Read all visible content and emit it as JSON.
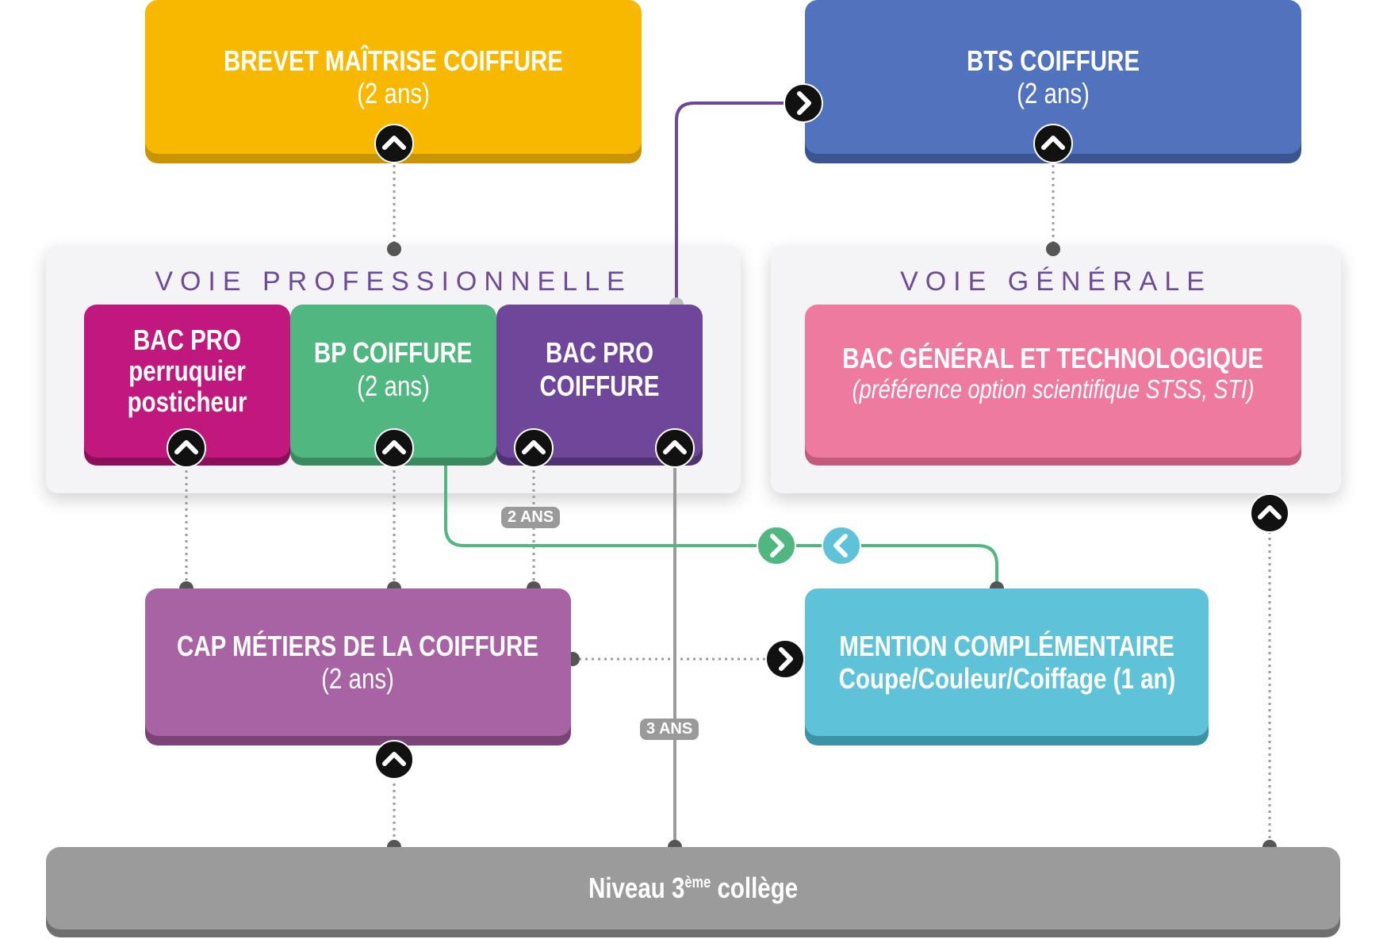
{
  "colors": {
    "brevet": "#f8b800",
    "bts": "#5173bd",
    "bac_pro_perruquier": "#c0187c",
    "bp_coiffure": "#51b780",
    "bac_pro_coiffure": "#6e479a",
    "bac_general": "#ee7a9f",
    "cap": "#a763a4",
    "mention": "#5ec3d9",
    "niveau": "#9b9b9b",
    "panel_title": "#6d4a9a"
  },
  "icons": [
    "chevron-up-icon",
    "chevron-right-icon",
    "chevron-left-icon"
  ],
  "brevet": {
    "line1": "BREVET MAÎTRISE COIFFURE",
    "line2": "(2 ans)"
  },
  "bts": {
    "line1": "BTS COIFFURE",
    "line2": "(2 ans)"
  },
  "voie_pro": {
    "title": "VOIE PROFESSIONNELLE"
  },
  "voie_generale": {
    "title": "VOIE GÉNÉRALE"
  },
  "bac_pro_perruquier": {
    "line1": "BAC PRO",
    "line2": "perruquier",
    "line3": "posticheur"
  },
  "bp_coiffure": {
    "line1": "BP COIFFURE",
    "line2": "(2 ans)"
  },
  "bac_pro_coiffure": {
    "line1": "BAC PRO",
    "line2": "COIFFURE"
  },
  "bac_general": {
    "line1": "BAC GÉNÉRAL ET TECHNOLOGIQUE",
    "line2": "(préférence option scientifique STSS, STI)"
  },
  "cap": {
    "line1": "CAP MÉTIERS DE LA COIFFURE",
    "line2": "(2 ans)"
  },
  "mention": {
    "line1": "MENTION COMPLÉMENTAIRE",
    "line2": "Coupe/Couleur/Coiffage (1 an)"
  },
  "niveau": {
    "text": "Niveau 3",
    "sup": "ème",
    "suffix": " collège"
  },
  "tags": {
    "two_years": "2 ANS",
    "three_years": "3 ANS"
  }
}
